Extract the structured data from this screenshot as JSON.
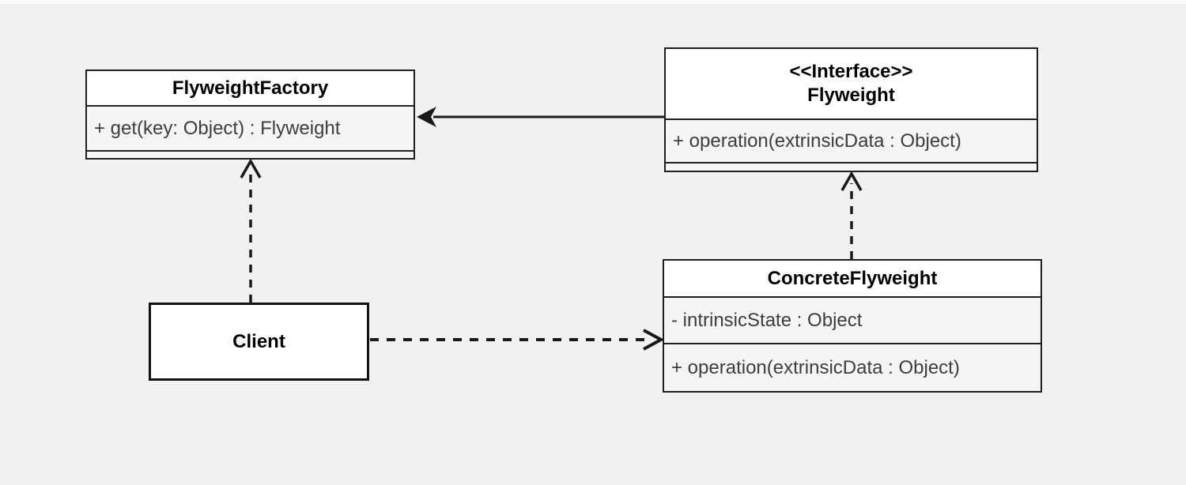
{
  "diagram": {
    "kind": "UML class diagram",
    "pattern": "Flyweight"
  },
  "boxes": {
    "flyweight_factory": {
      "title": "FlyweightFactory",
      "method": "+ get(key: Object) : Flyweight"
    },
    "flyweight": {
      "stereotype": "<<Interface>>",
      "title": "Flyweight",
      "method": "+ operation(extrinsicData : Object)"
    },
    "concrete_flyweight": {
      "title": "ConcreteFlyweight",
      "attribute": "- intrinsicState : Object",
      "method": "+ operation(extrinsicData : Object)"
    },
    "client": {
      "title": "Client"
    }
  },
  "relationships": [
    {
      "from": "Flyweight",
      "to": "FlyweightFactory",
      "type": "directed-association",
      "line": "solid",
      "arrowhead": "filled"
    },
    {
      "from": "Client",
      "to": "FlyweightFactory",
      "type": "dependency",
      "line": "dashed",
      "arrowhead": "open"
    },
    {
      "from": "Client",
      "to": "ConcreteFlyweight",
      "type": "dependency",
      "line": "dashed",
      "arrowhead": "open"
    },
    {
      "from": "ConcreteFlyweight",
      "to": "Flyweight",
      "type": "realization",
      "line": "dashed",
      "arrowhead": "open"
    }
  ],
  "colors": {
    "canvas_bg": "#f1f1f1",
    "title_bg": "#ffffff",
    "section_bg": "#f5f5f5",
    "border": "#1f1f1f",
    "title_text": "#000000",
    "member_text": "#3d3d3d"
  }
}
